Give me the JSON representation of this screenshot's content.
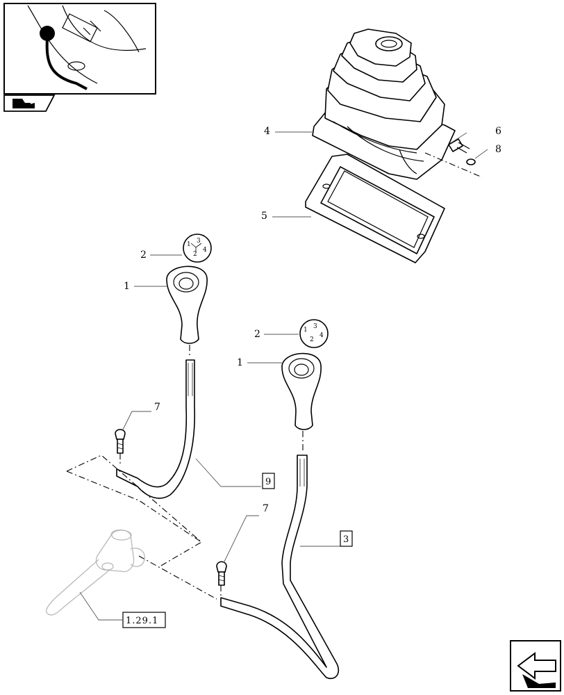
{
  "callouts": {
    "knob_1a": "1",
    "knob_1b": "1",
    "cap_2a": "2",
    "cap_2b": "2",
    "boot_4": "4",
    "frame_5": "5",
    "screw_6": "6",
    "screw_7a": "7",
    "screw_7b": "7",
    "washer_8": "8"
  },
  "references": {
    "lever_left": "9",
    "lever_right": "3",
    "shaft": "1.29.1"
  },
  "shift_pattern": {
    "a": [
      "1",
      "3",
      "2",
      "4"
    ],
    "b": [
      "1",
      "3",
      "2",
      "4"
    ]
  },
  "icons": {
    "thumbnail": "locator-thumbnail-icon",
    "section": "section-badge-icon",
    "nav": "next-page-arrow-icon"
  }
}
